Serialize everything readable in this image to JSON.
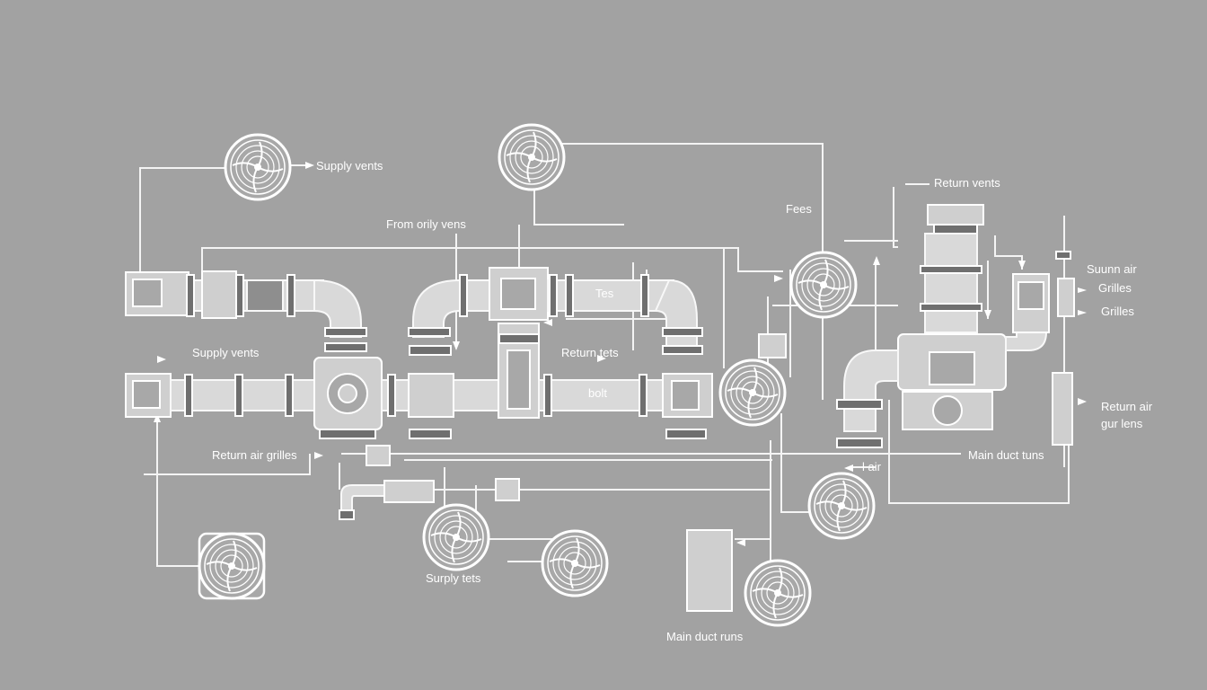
{
  "labels": {
    "supply_vents_top": "Supply vents",
    "from_orily_vens": "From orily vens",
    "fees": "Fees",
    "return_vents": "Return vents",
    "tes": "Tes",
    "supply_vents_left": "Supply vents",
    "return_tets": "Return tets",
    "bolt": "bolt",
    "return_air_grilles": "Return air grilles",
    "suunn_air": "Suunn air",
    "grilles_1": "Grilles",
    "grilles_2": "Grilles",
    "return_air_1": "Return air",
    "return_air_2": "gur lens",
    "main_duct_runs_right": "Main duct tuns",
    "lair": "l air",
    "surply_tets": "Surply tets",
    "main_duct_runs_bottom": "Main duct runs"
  },
  "icons": {
    "vent": "circular-fan-vent-icon",
    "arrow": "arrowhead-icon"
  },
  "colors": {
    "background": "#a2a2a2",
    "line": "#f4f4f4",
    "duct_fill": "#d9d9d9"
  }
}
